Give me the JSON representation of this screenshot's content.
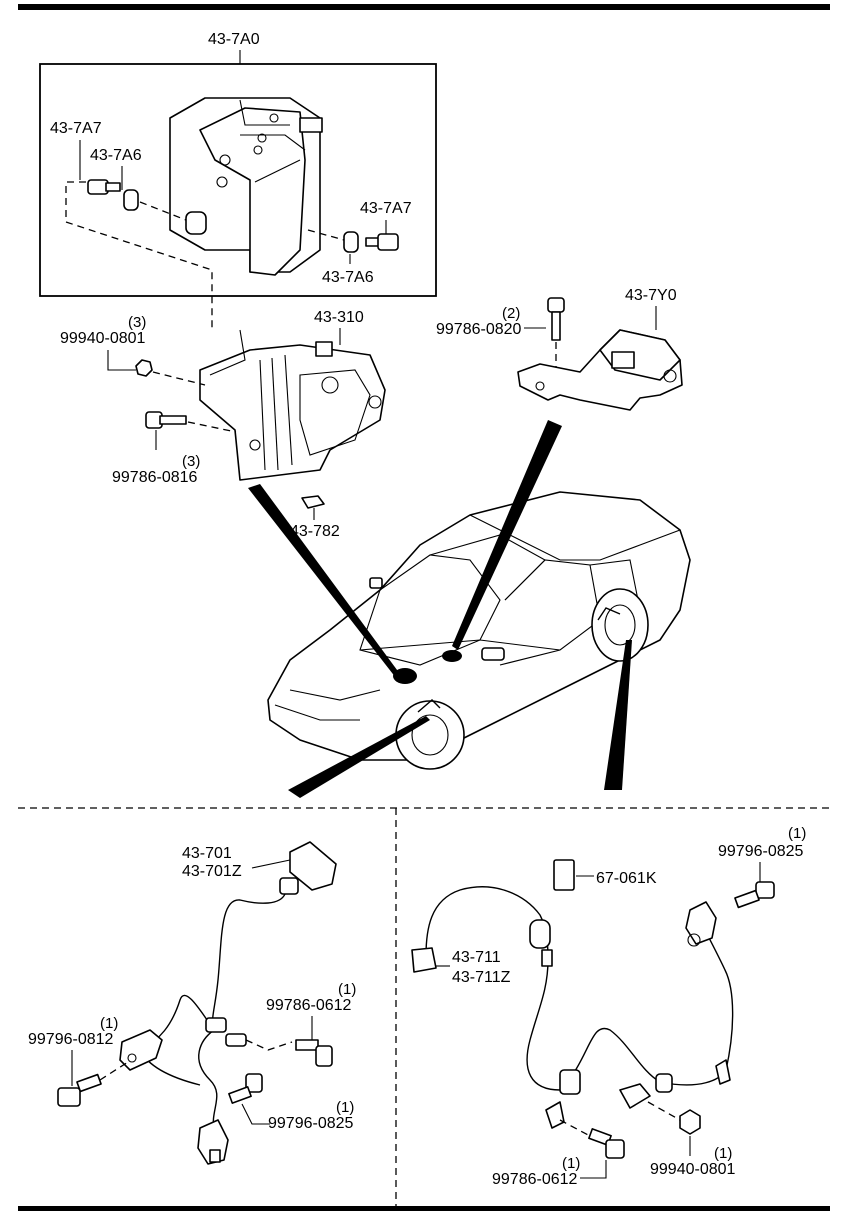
{
  "labels": {
    "hcu_assembly": "43-7A0",
    "bolt_upper_left": "43-7A7",
    "bushing_upper_left": "43-7A6",
    "bolt_right": "43-7A7",
    "bushing_right": "43-7A6",
    "bracket": "43-310",
    "nut_qty": "(3)",
    "nut_part": "99940-0801",
    "bolt_qty": "(3)",
    "bolt_part": "99786-0816",
    "clip": "43-782",
    "sensor_bolt_qty": "(2)",
    "sensor_bolt_part": "99786-0820",
    "yaw_sensor": "43-7Y0",
    "front_sensor_a": "43-701",
    "front_sensor_b": "43-701Z",
    "front_bolt_a_qty": "(1)",
    "front_bolt_a": "99786-0612",
    "front_bolt_b_qty": "(1)",
    "front_bolt_b": "99796-0812",
    "front_bolt_c_qty": "(1)",
    "front_bolt_c": "99796-0825",
    "rear_label_plate": "67-061K",
    "rear_bolt_a_qty": "(1)",
    "rear_bolt_a": "99796-0825",
    "rear_sensor_a": "43-711",
    "rear_sensor_b": "43-711Z",
    "rear_bolt_b_qty": "(1)",
    "rear_bolt_b": "99786-0612",
    "rear_nut_qty": "(1)",
    "rear_nut": "99940-0801"
  }
}
